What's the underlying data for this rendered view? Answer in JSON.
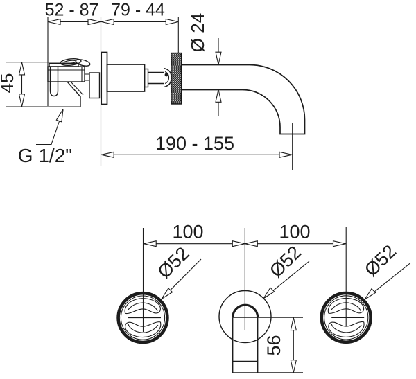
{
  "meta": {
    "title": "Wall-mounted basin faucet — installation dimension drawing",
    "line_color": "#1c1c1c",
    "background": "#ffffff"
  },
  "side_view": {
    "dim_concealed_depth": "52 - 87",
    "dim_wall_to_handle": "79 - 44",
    "dim_spout_diameter": "Ø 24",
    "dim_body_height": "45",
    "dim_spout_reach": "190 - 155",
    "thread_label": "G  1/2\""
  },
  "front_view": {
    "dim_spacing_left": "100",
    "dim_spacing_right": "100",
    "dim_left_handle_diameter": "Ø52",
    "dim_spout_rosette_diameter": "Ø52",
    "dim_right_handle_diameter": "Ø52",
    "dim_spout_drop": "56"
  }
}
